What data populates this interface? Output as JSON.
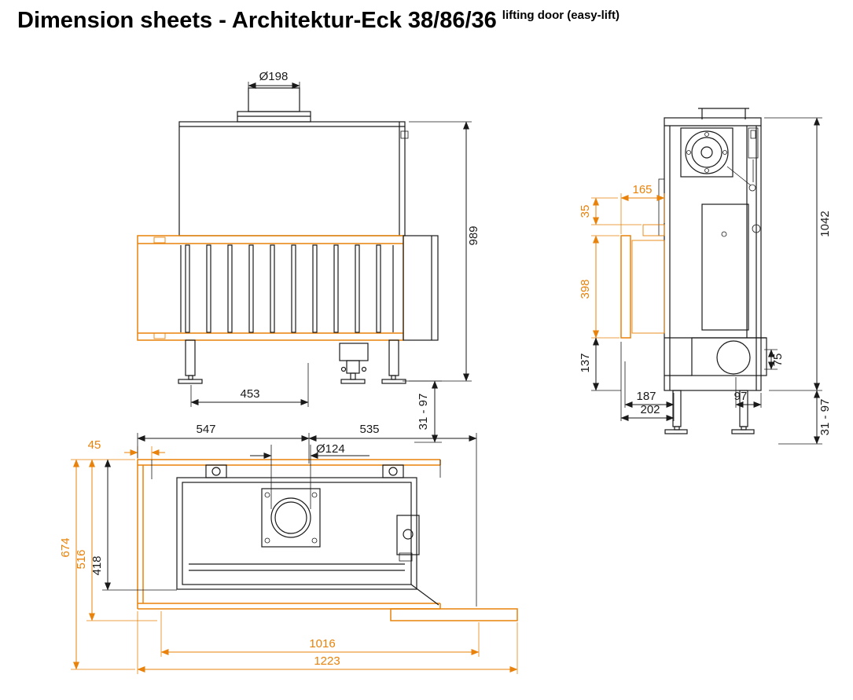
{
  "page": {
    "title": "Dimension sheets - Architektur-Eck 38/86/36",
    "title_superscript": "lifting door (easy-lift)"
  },
  "colors": {
    "accent": "#E8820A",
    "line": "#1A1A1A"
  },
  "views": {
    "front": {
      "label": "front-view",
      "dims": {
        "flue_diameter": "Ø198",
        "total_height": "989",
        "base_width": "453",
        "foot_adjust_range": "31 - 97"
      }
    },
    "side": {
      "label": "side-view",
      "dims": {
        "front_offset": "165",
        "top_offset": "35",
        "glass_height": "398",
        "base_height": "137",
        "total_height": "1042",
        "foot_depth_inner": "187",
        "foot_depth_outer": "202",
        "rear_offset": "97",
        "outlet_offset": "75",
        "foot_adjust_range": "31 - 97"
      }
    },
    "top": {
      "label": "top-view",
      "dims": {
        "wall_gap": "45",
        "left_width": "547",
        "right_width": "535",
        "flue_diameter": "Ø124",
        "depth_total": "674",
        "depth_glass": "516",
        "depth_body": "418",
        "width_inner": "1016",
        "width_total": "1223"
      }
    }
  }
}
